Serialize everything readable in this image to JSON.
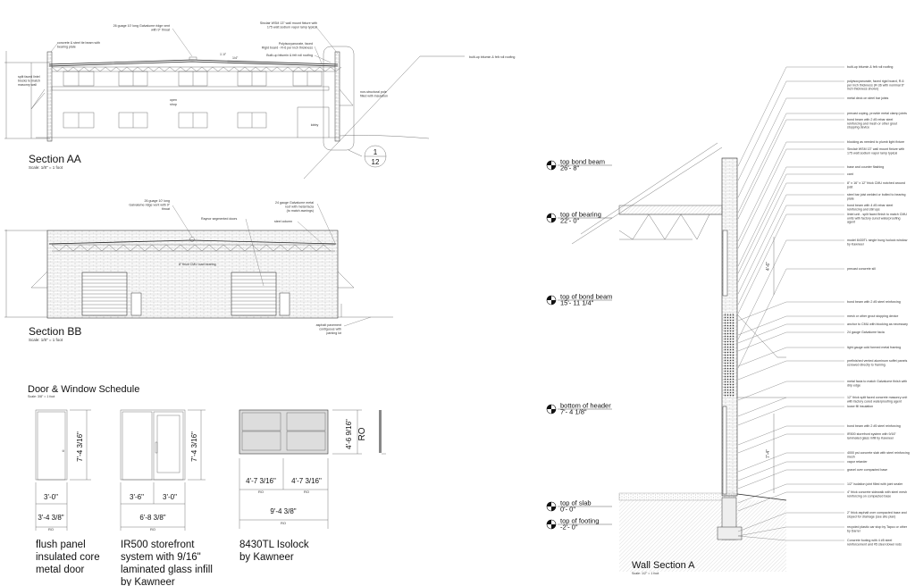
{
  "section_aa": {
    "title": "Section AA",
    "scale": "Scale: 1/8\" = 1 foot",
    "notes": {
      "ridge_vent": [
        "26 guage 10' long Galvalume ridge vent",
        "with 9\" throat"
      ],
      "fixture": [
        "Sinclair WSM 13\" wall mount fixture with",
        "175 watt sodium vapor lamp typical"
      ],
      "tie_beam": [
        "concrete & steel tie beam with",
        "bearing plate"
      ],
      "insulation": [
        "Polyisocyanurate, faced",
        "Rigid board - R-6 per inch thickness"
      ],
      "roofing": "Built-up bitumin & felt roll roofing",
      "lintel": [
        "split faced lintel",
        "blocks to match",
        "masonry wall"
      ],
      "pole": [
        "non-structural pole",
        "filled with insulation"
      ],
      "slope1": "1'-0\"",
      "slope2": "1/4\""
    },
    "spaces": {
      "shop_1": "open",
      "shop_2": "shop",
      "lobby": "lobby"
    },
    "callout": {
      "detail": "1",
      "sheet": "12"
    },
    "leader_note": "built-up bitumin & felt roll roofing"
  },
  "section_bb": {
    "title": "Section BB",
    "scale": "Scale: 1/8\" = 1 foot",
    "notes": {
      "ridge_vent": [
        "26 guage 10' long",
        "Galvalume ridge vent with 9\"",
        "throat"
      ],
      "doors": "Raynor segmented doors",
      "roof": [
        "24 gauge Galvalume metal",
        "roof with metal facia",
        "(to match awnings)"
      ],
      "column": "steel column",
      "cmu": "8\" thick CMU load bearing",
      "pavement": [
        "asphalt pavement",
        "contiguous with",
        "parking lot"
      ]
    }
  },
  "schedule": {
    "title": "Door & Window Schedule",
    "scale": "Scale: 3/8\" = 1 foot",
    "items": [
      {
        "height": "7'-4 3/16\"",
        "widths": [
          "3'-0\""
        ],
        "ro_width": "3'-4 3/8\"",
        "ro": "RO",
        "desc": [
          "flush panel",
          "insulated core",
          "metal door"
        ]
      },
      {
        "height": "7'-4 3/16\"",
        "widths": [
          "3'-6\"",
          "3'-0\""
        ],
        "ro_width": "6'-8 3/8\"",
        "ro": "RO",
        "desc": [
          "IR500 storefront",
          "system with 9/16\"",
          "laminated glass infill",
          "by Kawneer"
        ]
      },
      {
        "height": "4'-6 9/16\"",
        "height_ro": "RO",
        "widths": [
          "4'-7 3/16\"",
          "4'-7 3/16\""
        ],
        "width_ro": [
          "RO",
          "RO"
        ],
        "ro_width": "9'-4 3/8\"",
        "ro": "RO",
        "desc": [
          "8430TL Isolock",
          "by Kawneer"
        ]
      }
    ]
  },
  "wall_section": {
    "title": "Wall Section A",
    "scale": "Scale: 1/2\" = 1 foot",
    "levels": [
      {
        "name": "top bond beam",
        "elev": "26'- 8\""
      },
      {
        "name": "top of bearing",
        "elev": "22'- 0\""
      },
      {
        "name": "top of bond beam",
        "elev": "15'- 11 1/4\""
      },
      {
        "name": "bottom of header",
        "elev": "7'- 4 1/8\""
      },
      {
        "name": "top of slab",
        "elev": "0'- 0\""
      },
      {
        "name": "top of footing",
        "elev": "-2'- 0\""
      }
    ],
    "notes": [
      [
        "built-up bitumin & felt roll roofing"
      ],
      [
        "polyisocyanurate, faced rigid board, R-6",
        "per inch thickness (R-36 with nominal 6\"",
        "inch thickness shown)"
      ],
      [
        "metal deck on steel bar joists"
      ],
      [
        "precast coping, provide metal clamp joints"
      ],
      [
        "bond beam with 2 #5 rebar steel",
        "reinforcing and mesh or other grout",
        "stopping device"
      ],
      [
        "blocking as needed to plumb light fixture"
      ],
      [
        "Sinclair WSM 13\" wall mount fixture with",
        "175 watt sodium vapor lamp typical"
      ],
      [
        "base and counter flashing"
      ],
      [
        "cant"
      ],
      [
        "8\" x 16\" x 12\" thick CMU notched around",
        "joist"
      ],
      [
        "steel bar joist welded or bolted to bearing",
        "plate"
      ],
      [
        "bond beam with 4 #5 rebar steel",
        "reinforcing and stirrups"
      ],
      [
        "lintel unit - split faced finish to match CMU",
        "units with factory cured waterproofing",
        "agent"
      ],
      [
        "model 8430TL single hung Isolock window",
        "by Kawneer"
      ],
      [
        "precast concrete sill"
      ],
      [
        "bond beam with 2 #5 steel reinforcing"
      ],
      [
        "mesh or other grout stopping device"
      ],
      [
        "anchor to CMU with blocking as necessary"
      ],
      [
        "24 gauge Galvalume facia"
      ],
      [
        "light gauge cold formed metal framing"
      ],
      [
        "prefinished vented aluminum soffet panels",
        "screwed directly to framing"
      ],
      [
        "metal facia to match Galvalume finish with",
        "drip edge"
      ],
      [
        "12\" thick split faced concrete masonry unit",
        "with factory cured waterproofing agent"
      ],
      [
        "loose fill insulation"
      ],
      [
        "bond beam with 2 #5 steel reinforcing"
      ],
      [
        "IR500 storefront system with 9/16\"",
        "laminated glass infill by Kawneer"
      ],
      [
        "4000 psi concrete slab with steel reinforcing",
        "mesh"
      ],
      [
        "vapor retarder"
      ],
      [
        "gravel over compacted base"
      ],
      [
        "1/2\" isolation joint filled with joint sealer"
      ],
      [
        "4\" thick concrete sidewalk with steel mesh",
        "reinforcing on compacted base"
      ],
      [
        "2\" thick asphalt over compacted base and",
        "sloped for drainage (see site plan)"
      ],
      [
        "recycled plastic car stop by Tapco or other",
        "by Darrer"
      ],
      [
        "Concrete footing with 4 #5 steel",
        "reinforcement and #5 steel dowel rods"
      ]
    ],
    "dims": [
      "4'-6\"",
      "7'-4\""
    ]
  }
}
